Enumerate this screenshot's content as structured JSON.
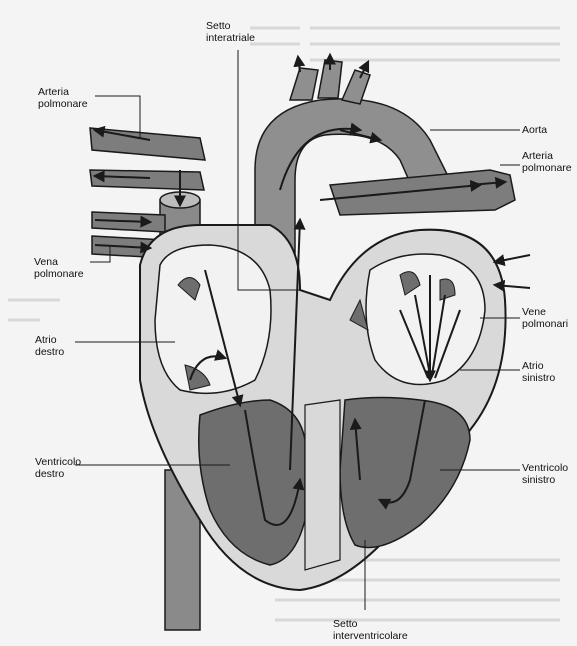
{
  "figure": {
    "labels": {
      "setto_interatriale": [
        "Setto",
        "interatriale"
      ],
      "arteria_polmonare_sx": [
        "Arteria",
        "polmonare"
      ],
      "aorta": [
        "Aorta"
      ],
      "arteria_polmonare_dx": [
        "Arteria",
        "polmonare"
      ],
      "vena_polmonare": [
        "Vena",
        "polmonare"
      ],
      "vene_polmonari": [
        "Vene",
        "polmonari"
      ],
      "atrio_destro": [
        "Atrio",
        "destro"
      ],
      "atrio_sinistro": [
        "Atrio",
        "sinistro"
      ],
      "ventricolo_destro": [
        "Ventricolo",
        "destro"
      ],
      "ventricolo_sinistro": [
        "Ventricolo",
        "sinistro"
      ],
      "setto_interventricolare": [
        "Setto",
        "interventricolare"
      ]
    }
  },
  "colors": {
    "paper": "#f4f4f4",
    "wall": "#d9d9d9",
    "chamber": "#6e6e6e",
    "vessel": "#8a8a8a",
    "ink": "#1a1a1a"
  }
}
